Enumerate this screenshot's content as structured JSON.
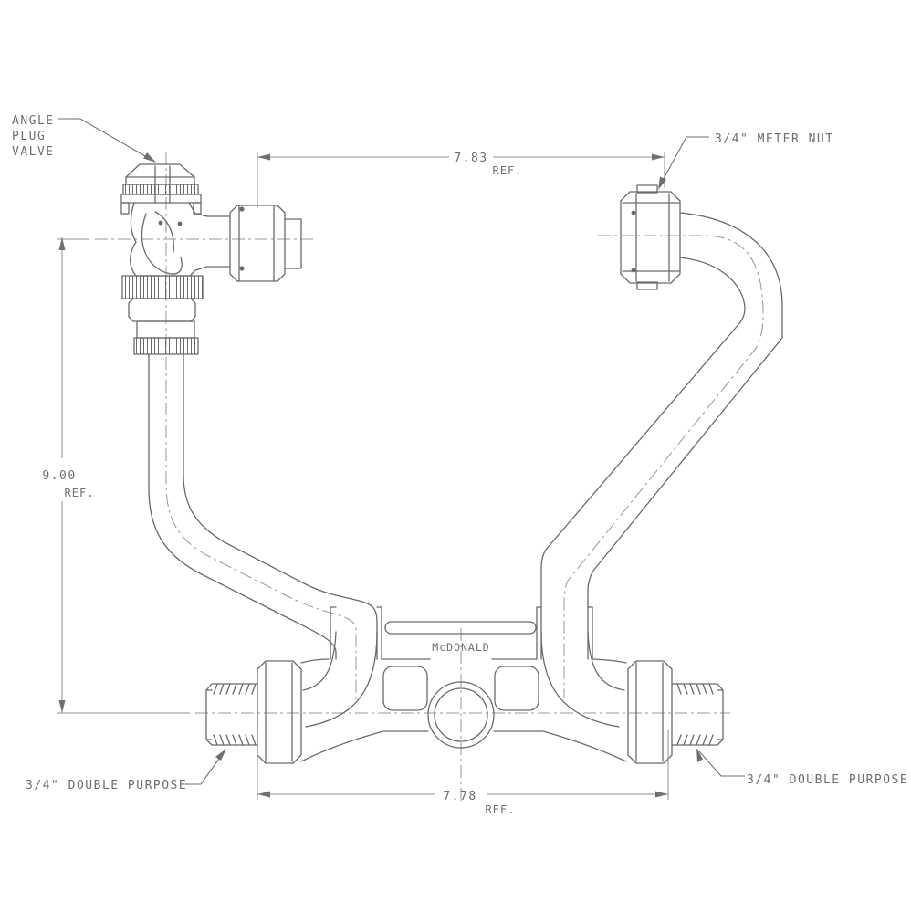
{
  "drawing": {
    "type": "engineering-line-drawing",
    "manufacturer_mark": "McDONALD",
    "labels": {
      "angle_plug_valve_lines": [
        "ANGLE",
        "PLUG",
        "VALVE"
      ],
      "meter_nut": "3/4\" METER NUT",
      "double_purpose_left": "3/4\" DOUBLE PURPOSE",
      "double_purpose_right": "3/4\" DOUBLE PURPOSE"
    },
    "dimensions": {
      "top": {
        "value": "7.83",
        "ref": "REF."
      },
      "left": {
        "value": "9.00",
        "ref": "REF."
      },
      "bottom": {
        "value": "7.78",
        "ref": "REF."
      }
    },
    "colors": {
      "line": "#6a6a6a",
      "thin": "#8f8f8f",
      "text": "#6e6e6e",
      "background": "#ffffff"
    }
  }
}
